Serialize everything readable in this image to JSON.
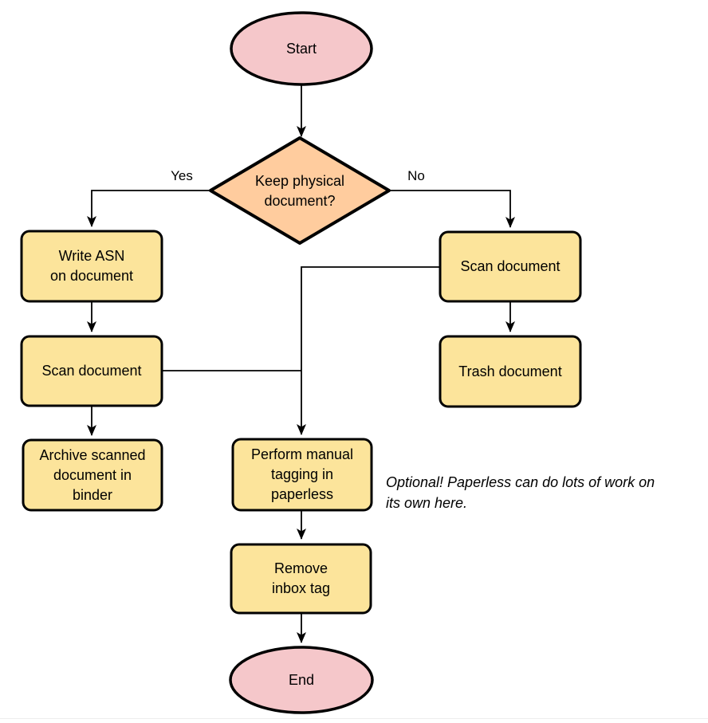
{
  "colors": {
    "background": "#FFFFFF",
    "stroke": "#000000",
    "terminal_fill": "#F5C7CA",
    "decision_fill": "#FFCC9E",
    "process_fill": "#FCE49B"
  },
  "diagram": {
    "nodes": {
      "start": "Start",
      "decision": "Keep physical\ndocument?",
      "write_asn": "Write ASN\non document",
      "scan_document_left": "Scan document",
      "archive": "Archive scanned\ndocument in\nbinder",
      "scan_document_right": "Scan document",
      "trash": "Trash document",
      "manual_tagging": "Perform manual\ntagging in\npaperless",
      "remove_inbox_tag": "Remove\ninbox tag",
      "end": "End"
    },
    "edge_labels": {
      "yes": "Yes",
      "no": "No"
    },
    "note": "Optional! Paperless can do lots of work on\nits own here."
  }
}
